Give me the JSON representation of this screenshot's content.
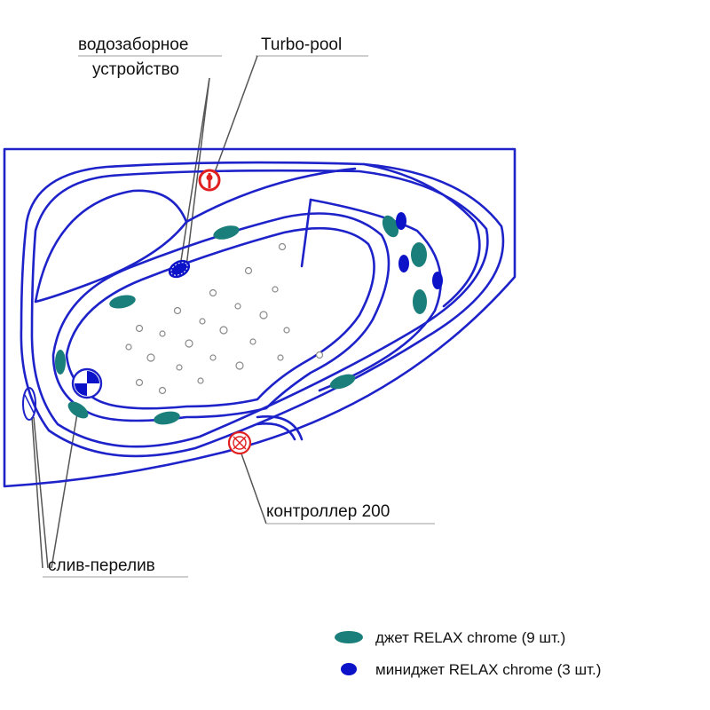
{
  "labels": {
    "water_intake_line1": "водозаборное",
    "water_intake_line2": "устройство",
    "turbo_pool": "Turbo-pool",
    "controller": "контроллер 200",
    "overflow": "слив-перелив"
  },
  "legend": {
    "jet": "джет RELAX chrome (9 шт.)",
    "minijet": "миниджет RELAX chrome (3 шт.)"
  },
  "colors": {
    "outline": "#1d22c9",
    "jet": "#1a7f7a",
    "minijet": "#0b12c8",
    "red_elements": "#e02020"
  },
  "icons": {
    "turbo_pool": "turbo-pool-icon",
    "controller": "controller-icon",
    "intake": "water-intake-icon",
    "overflow": "drain-overflow-icon"
  }
}
